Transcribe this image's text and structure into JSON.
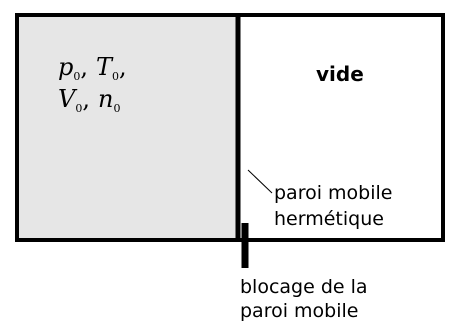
{
  "gas_state": {
    "line1": {
      "p": "p",
      "p_sub": "0",
      "sep1": ",",
      "T": "T",
      "T_sub": "0",
      "sep2": ","
    },
    "line2": {
      "V": "V",
      "V_sub": "0",
      "sep1": ",",
      "n": "n",
      "n_sub": "0"
    }
  },
  "vacuum_label": "vide",
  "wall_label": [
    "paroi mobile",
    "hermétique"
  ],
  "lock_label": [
    "blocage de la",
    "paroi mobile"
  ],
  "colors": {
    "gas_fill": "#e6e6e6",
    "outline": "#000000"
  }
}
